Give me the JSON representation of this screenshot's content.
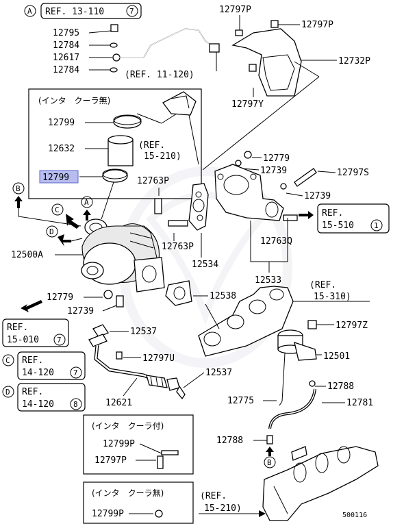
{
  "colors": {
    "highlight": "#b8bdf0",
    "line": "#000000",
    "watermark": "#f0eef3"
  },
  "refs": {
    "r13110": {
      "circle": "A",
      "text": "REF. 13-110",
      "num": "7"
    },
    "r11120": {
      "text": "(REF. 11-120)"
    },
    "r15210a": {
      "text1": "(REF.",
      "text2": "15-210)"
    },
    "r15510": {
      "text1": "REF.",
      "text2": "15-510",
      "num": "1"
    },
    "r15310": {
      "text1": "(REF.",
      "text2": "15-310)"
    },
    "r15010": {
      "text1": "REF.",
      "text2": "15-010",
      "num": "7"
    },
    "r14120c": {
      "circle": "C",
      "text1": "REF.",
      "text2": "14-120",
      "num": "7"
    },
    "r14120d": {
      "circle": "D",
      "text1": "REF.",
      "text2": "14-120",
      "num": "8"
    },
    "r15210b": {
      "text1": "(REF.",
      "text2": "15-210)"
    }
  },
  "boxes": {
    "no_intercooler_top": {
      "title": "(インタ　クーラ無)"
    },
    "with_intercooler": {
      "title": "(インタ　クーラ付)"
    },
    "no_intercooler_bottom": {
      "title": "(インタ　クーラ無)"
    }
  },
  "markers": {
    "a": "A",
    "b": "B",
    "c": "C",
    "d": "D"
  },
  "parts": {
    "p12795": "12795",
    "p12784a": "12784",
    "p12617": "12617",
    "p12784b": "12784",
    "p12797p_a": "12797P",
    "p12797p_b": "12797P",
    "p12732p": "12732P",
    "p12797y": "12797Y",
    "p12799_box": "12799",
    "p12632": "12632",
    "p12799_hl": "12799",
    "p12779a": "12779",
    "p12739a": "12739",
    "p12797s": "12797S",
    "p12739b": "12739",
    "p12763p_a": "12763P",
    "p12763p_b": "12763P",
    "p12534": "12534",
    "p12763q": "12763Q",
    "p12500a": "12500A",
    "p12533": "12533",
    "p12779b": "12779",
    "p12538": "12538",
    "p12739c": "12739",
    "p12537a": "12537",
    "p12797z": "12797Z",
    "p12797u": "12797U",
    "p12501": "12501",
    "p12537b": "12537",
    "p12788a": "12788",
    "p12621": "12621",
    "p12775": "12775",
    "p12781": "12781",
    "p12788b": "12788",
    "p12799p_a": "12799P",
    "p12797p_c": "12797P",
    "p12799p_b": "12799P"
  },
  "footer": {
    "code": "500116"
  }
}
